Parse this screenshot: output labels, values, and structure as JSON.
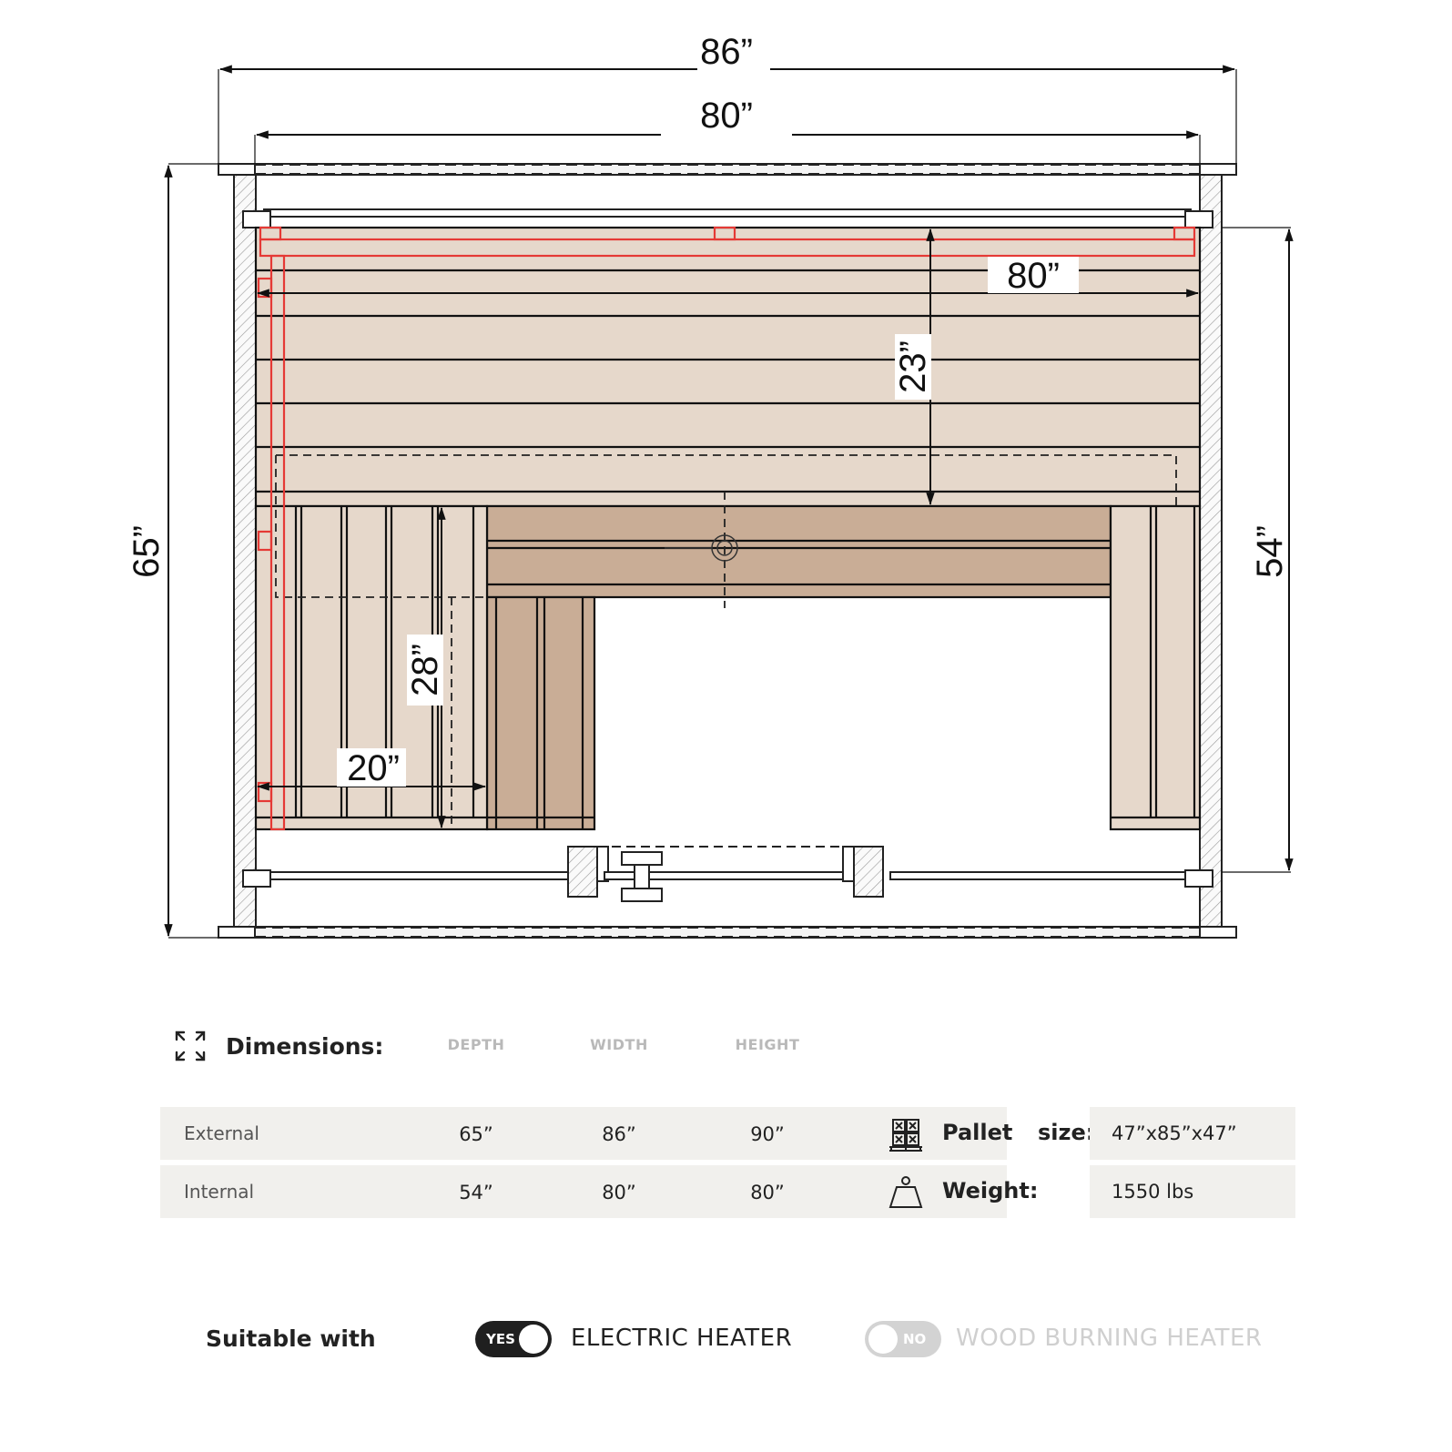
{
  "plan": {
    "dim_outer_width": "86”",
    "dim_inner_width": "80”",
    "dim_bench_length": "80”",
    "dim_bench_depth_top": "23”",
    "dim_side_bench_depth": "28”",
    "dim_side_bench_width": "20”",
    "dim_outer_depth": "65”",
    "dim_inner_depth": "54”"
  },
  "dimensions": {
    "title": "Dimensions:",
    "icon": "expand-arrows-icon",
    "columns": [
      "DEPTH",
      "WIDTH",
      "HEIGHT"
    ],
    "rows": [
      {
        "label": "External",
        "depth": "65”",
        "width": "86”",
        "height": "90”"
      },
      {
        "label": "Internal",
        "depth": "54”",
        "width": "80”",
        "height": "80”"
      }
    ]
  },
  "pallet": {
    "label": "Pallet",
    "label2": "size:",
    "value": "47”x85”x47”",
    "icon": "pallet-icon"
  },
  "weight": {
    "label": "Weight:",
    "value": "1550 lbs",
    "icon": "weight-icon"
  },
  "suitable": {
    "title": "Suitable with",
    "electric": {
      "toggle": "YES",
      "label": "ELECTRIC HEATER",
      "color": "#222222"
    },
    "wood": {
      "toggle": "NO",
      "label": "WOOD BURNING HEATER",
      "color": "#cfcfcf"
    }
  }
}
